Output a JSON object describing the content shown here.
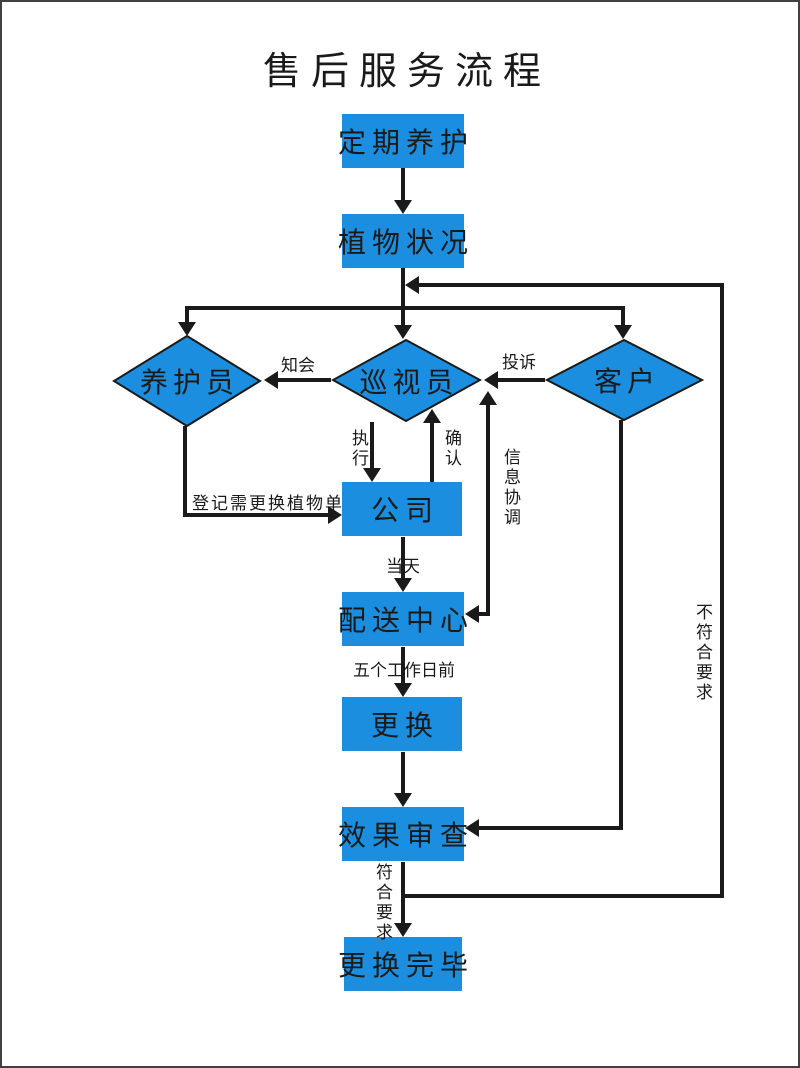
{
  "title": "售后服务流程",
  "colors": {
    "node-fill": "#1B8EDF",
    "line": "#1A1A1A",
    "text": "#1A1A1A",
    "page-border": "#404040"
  },
  "nodes": {
    "regular_maintenance": {
      "label": "定期养护",
      "shape": "rect"
    },
    "plant_condition": {
      "label": "植物状况",
      "shape": "rect"
    },
    "maintainer": {
      "label": "养护员",
      "shape": "diamond"
    },
    "inspector": {
      "label": "巡视员",
      "shape": "diamond"
    },
    "customer": {
      "label": "客户",
      "shape": "diamond"
    },
    "company": {
      "label": "公司",
      "shape": "rect"
    },
    "distribution_center": {
      "label": "配送中心",
      "shape": "rect"
    },
    "replace": {
      "label": "更换",
      "shape": "rect"
    },
    "effect_review": {
      "label": "效果审查",
      "shape": "rect"
    },
    "replacement_complete": {
      "label": "更换完毕",
      "shape": "rect"
    }
  },
  "edge_labels": {
    "notify": "知会",
    "complaint": "投诉",
    "execute": "执行",
    "confirm": "确认",
    "register_replacement_list": "登记需更换植物单",
    "same_day": "当天",
    "info_coordination": "信息协调",
    "five_working_days_before": "五个工作日前",
    "meets_requirements": "符合要求",
    "not_meet_requirements": "不符合要求"
  }
}
